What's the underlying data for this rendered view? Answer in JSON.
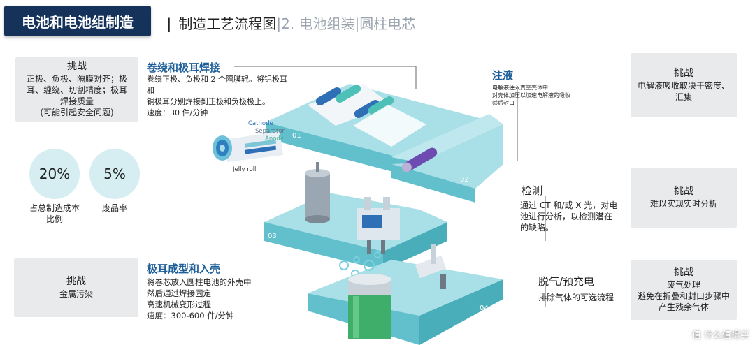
{
  "header": {
    "brand": "电池和电池组制造",
    "separator": "|",
    "current": "制造工艺流程图",
    "crumb_sep1": "|",
    "crumb_2": "2. 电池组装",
    "crumb_sep2": "|",
    "crumb_3": "圆柱电芯"
  },
  "left": {
    "challenge_top": {
      "title": "挑战",
      "lines": [
        "正极、负极、隔膜对齐；极",
        "耳、缠绕、切割精度；极耳",
        "焊接质量",
        "(可能引起安全问题)"
      ]
    },
    "stats": [
      {
        "value": "20%",
        "caption_1": "占总制造成本",
        "caption_2": "比例"
      },
      {
        "value": "5%",
        "caption_1": "废品率",
        "caption_2": ""
      }
    ],
    "challenge_bottom": {
      "title": "挑战",
      "line": "金属污染"
    }
  },
  "steps": {
    "winding": {
      "title": "卷绕和极耳焊接",
      "lines": [
        "卷绕正极、负极和 2 个隔膜辊。将铝极耳",
        "和",
        "铜极耳分别焊接到正极和负极极上。",
        "速度：30 件/分钟"
      ],
      "legend": [
        "Cathode",
        "Separator",
        "Anode"
      ],
      "jelly_roll": "Jelly roll"
    },
    "injection": {
      "title": "注液",
      "lines": [
        "电解液注入真空壳体中",
        "对壳体加压以加速电解液的吸收",
        "然后封口"
      ]
    },
    "inspection": {
      "title": "检测",
      "lines": [
        "通过 CT 和/或 X 光，对电",
        "池进行分析，以检测潜在",
        "的缺陷。"
      ]
    },
    "tab_forming": {
      "title": "极耳成型和入壳",
      "lines": [
        "将卷芯放入圆柱电池的外壳中",
        "然后通过焊接固定",
        "高速机械变形过程",
        "速度：300-600 件/分钟"
      ]
    },
    "degas": {
      "title": "脱气/预充电",
      "line": "排除气体的可选流程"
    }
  },
  "stage_numbers": [
    "01",
    "02",
    "03",
    "04"
  ],
  "right": {
    "challenge_1": {
      "title": "挑战",
      "lines": [
        "电解液吸收取决于密度、",
        "汇集"
      ]
    },
    "challenge_2": {
      "title": "挑战",
      "lines": [
        "难以实现实时分析"
      ]
    },
    "challenge_3": {
      "title": "挑战",
      "lines": [
        "废气处理",
        "避免在折叠和封口步骤中",
        "产生残余气体"
      ]
    }
  },
  "watermark": "值 什么值得买",
  "colors": {
    "brand_bg": "#14325a",
    "step_title": "#1e5f99",
    "platform_top": "#a9dfe6",
    "platform_side": "#62c0cc",
    "challenge_bg": "#e9eaec",
    "circle_bg": "#d6edf2"
  }
}
